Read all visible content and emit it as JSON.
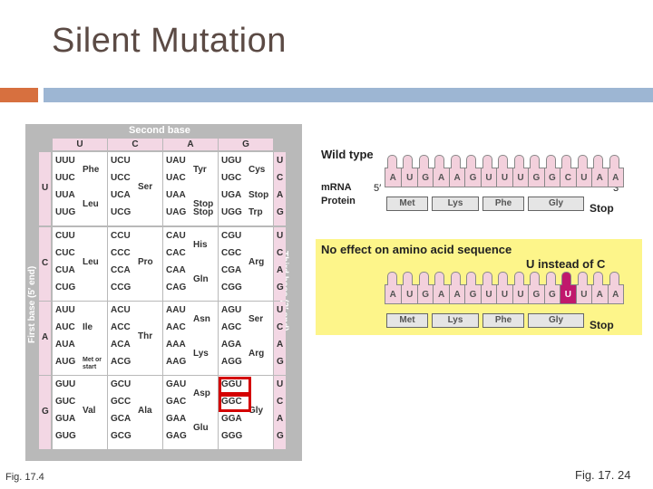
{
  "slide": {
    "title": "Silent Mutation",
    "left_caption": "Fig. 17.4",
    "right_caption": "Fig. 17. 24"
  },
  "codon_table": {
    "second_base_label": "Second base",
    "first_base_label": "First base (5′ end)",
    "third_base_label": "Third base (3′ end)",
    "bases": [
      "U",
      "C",
      "A",
      "G"
    ],
    "blocks": [
      {
        "col0": [
          [
            "UUU",
            "UUC",
            "UUA",
            "UUG"
          ]
        ],
        "col1": [
          [
            "UCU",
            "UCC",
            "UCA",
            "UCG"
          ]
        ],
        "col2": [
          [
            "UAU",
            "UAC",
            "UAA",
            "UAG"
          ]
        ],
        "col3": [
          [
            "UGU",
            "UGC",
            "UGA",
            "UGG"
          ]
        ]
      }
    ],
    "rows": [
      {
        "c0": [
          "UUU",
          "UUC",
          "UUA",
          "UUG"
        ],
        "c0aa": [
          "Phe",
          "Leu"
        ],
        "c1": [
          "UCU",
          "UCC",
          "UCA",
          "UCG"
        ],
        "c1aa": [
          "Ser"
        ],
        "c2": [
          "UAU",
          "UAC",
          "UAA",
          "UAG"
        ],
        "c2aa": [
          "Tyr",
          "Stop",
          "Stop"
        ],
        "c3": [
          "UGU",
          "UGC",
          "UGA",
          "UGG"
        ],
        "c3aa": [
          "Cys",
          "Stop",
          "Trp"
        ]
      },
      {
        "c0": [
          "CUU",
          "CUC",
          "CUA",
          "CUG"
        ],
        "c0aa": [
          "Leu"
        ],
        "c1": [
          "CCU",
          "CCC",
          "CCA",
          "CCG"
        ],
        "c1aa": [
          "Pro"
        ],
        "c2": [
          "CAU",
          "CAC",
          "CAA",
          "CAG"
        ],
        "c2aa": [
          "His",
          "Gln"
        ],
        "c3": [
          "CGU",
          "CGC",
          "CGA",
          "CGG"
        ],
        "c3aa": [
          "Arg"
        ]
      },
      {
        "c0": [
          "AUU",
          "AUC",
          "AUA",
          "AUG"
        ],
        "c0aa": [
          "Ile",
          "Met or start"
        ],
        "c1": [
          "ACU",
          "ACC",
          "ACA",
          "ACG"
        ],
        "c1aa": [
          "Thr"
        ],
        "c2": [
          "AAU",
          "AAC",
          "AAA",
          "AAG"
        ],
        "c2aa": [
          "Asn",
          "Lys"
        ],
        "c3": [
          "AGU",
          "AGC",
          "AGA",
          "AGG"
        ],
        "c3aa": [
          "Ser",
          "Arg"
        ]
      },
      {
        "c0": [
          "GUU",
          "GUC",
          "GUA",
          "GUG"
        ],
        "c0aa": [
          "Val"
        ],
        "c1": [
          "GCU",
          "GCC",
          "GCA",
          "GCG"
        ],
        "c1aa": [
          "Ala"
        ],
        "c2": [
          "GAU",
          "GAC",
          "GAA",
          "GAG"
        ],
        "c2aa": [
          "Asp",
          "Glu"
        ],
        "c3": [
          "GGU",
          "GGC",
          "GGA",
          "GGG"
        ],
        "c3aa": [
          "Gly"
        ]
      }
    ]
  },
  "wild_type": {
    "heading": "Wild type",
    "mrna_label": "mRNA",
    "protein_label": "Protein",
    "five_prime": "5′",
    "three_prime": "3′",
    "sequence": [
      "A",
      "U",
      "G",
      "A",
      "A",
      "G",
      "U",
      "U",
      "U",
      "G",
      "G",
      "C",
      "U",
      "A",
      "A"
    ],
    "amino_acids": [
      "Met",
      "Lys",
      "Phe",
      "Gly"
    ],
    "stop": "Stop"
  },
  "mutant": {
    "heading": "No effect on amino acid sequence",
    "note": "U instead of C",
    "sequence": [
      "A",
      "U",
      "G",
      "A",
      "A",
      "G",
      "U",
      "U",
      "U",
      "G",
      "G",
      "U",
      "U",
      "A",
      "A"
    ],
    "mutated_index": 11,
    "amino_acids": [
      "Met",
      "Lys",
      "Phe",
      "Gly"
    ],
    "stop": "Stop"
  },
  "colors": {
    "accent_orange": "#d7703f",
    "accent_blue": "#9db6d3",
    "highlight_red": "#d40000",
    "mutant_bg": "#fdf58a",
    "mutation_magenta": "#c0186c"
  }
}
